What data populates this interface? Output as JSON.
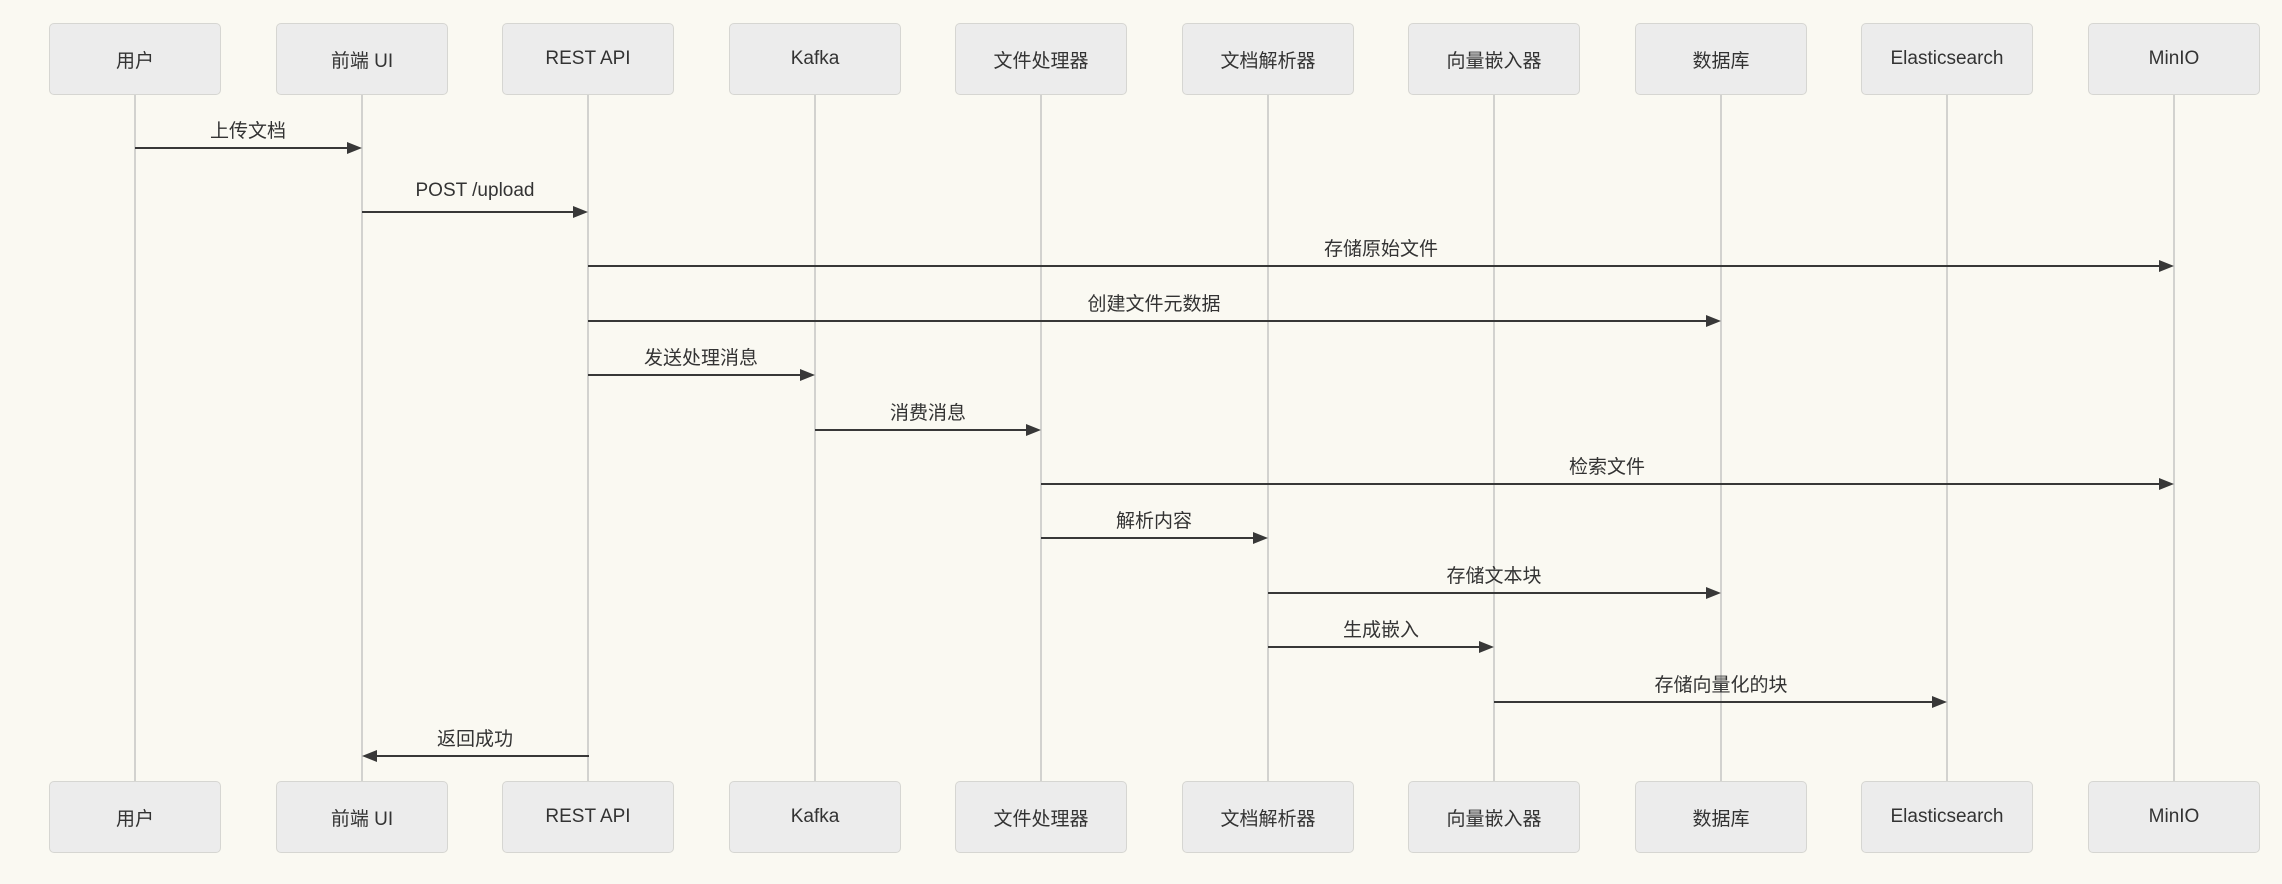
{
  "colors": {
    "background": "#faf9f2",
    "actor_fill": "#ececec",
    "actor_border": "#d6d6d2",
    "lifeline": "#d2d2cf",
    "message_line": "#383838",
    "text": "#333333"
  },
  "diagram": {
    "type": "sequence",
    "participants": [
      {
        "name": "user",
        "label": "用户"
      },
      {
        "name": "frontend-ui",
        "label": "前端 UI"
      },
      {
        "name": "rest-api",
        "label": "REST API"
      },
      {
        "name": "kafka",
        "label": "Kafka"
      },
      {
        "name": "file-processor",
        "label": "文件处理器"
      },
      {
        "name": "document-parser",
        "label": "文档解析器"
      },
      {
        "name": "vector-embedder",
        "label": "向量嵌入器"
      },
      {
        "name": "database",
        "label": "数据库"
      },
      {
        "name": "elasticsearch",
        "label": "Elasticsearch"
      },
      {
        "name": "minio",
        "label": "MinIO"
      }
    ],
    "messages": [
      {
        "from": "用户",
        "to": "前端 UI",
        "from_index": 0,
        "to_index": 1,
        "label": "上传文档",
        "line": "solid"
      },
      {
        "from": "前端 UI",
        "to": "REST API",
        "from_index": 1,
        "to_index": 2,
        "label": "POST /upload",
        "line": "solid"
      },
      {
        "from": "REST API",
        "to": "MinIO",
        "from_index": 2,
        "to_index": 9,
        "label": "存储原始文件",
        "line": "solid"
      },
      {
        "from": "REST API",
        "to": "数据库",
        "from_index": 2,
        "to_index": 7,
        "label": "创建文件元数据",
        "line": "solid"
      },
      {
        "from": "REST API",
        "to": "Kafka",
        "from_index": 2,
        "to_index": 3,
        "label": "发送处理消息",
        "line": "solid"
      },
      {
        "from": "Kafka",
        "to": "文件处理器",
        "from_index": 3,
        "to_index": 4,
        "label": "消费消息",
        "line": "solid"
      },
      {
        "from": "文件处理器",
        "to": "MinIO",
        "from_index": 4,
        "to_index": 9,
        "label": "检索文件",
        "line": "solid"
      },
      {
        "from": "文件处理器",
        "to": "文档解析器",
        "from_index": 4,
        "to_index": 5,
        "label": "解析内容",
        "line": "solid"
      },
      {
        "from": "文档解析器",
        "to": "数据库",
        "from_index": 5,
        "to_index": 7,
        "label": "存储文本块",
        "line": "solid"
      },
      {
        "from": "文档解析器",
        "to": "向量嵌入器",
        "from_index": 5,
        "to_index": 6,
        "label": "生成嵌入",
        "line": "solid"
      },
      {
        "from": "向量嵌入器",
        "to": "Elasticsearch",
        "from_index": 6,
        "to_index": 8,
        "label": "存储向量化的块",
        "line": "solid"
      },
      {
        "from": "REST API",
        "to": "前端 UI",
        "from_index": 2,
        "to_index": 1,
        "label": "返回成功",
        "line": "solid"
      }
    ]
  }
}
